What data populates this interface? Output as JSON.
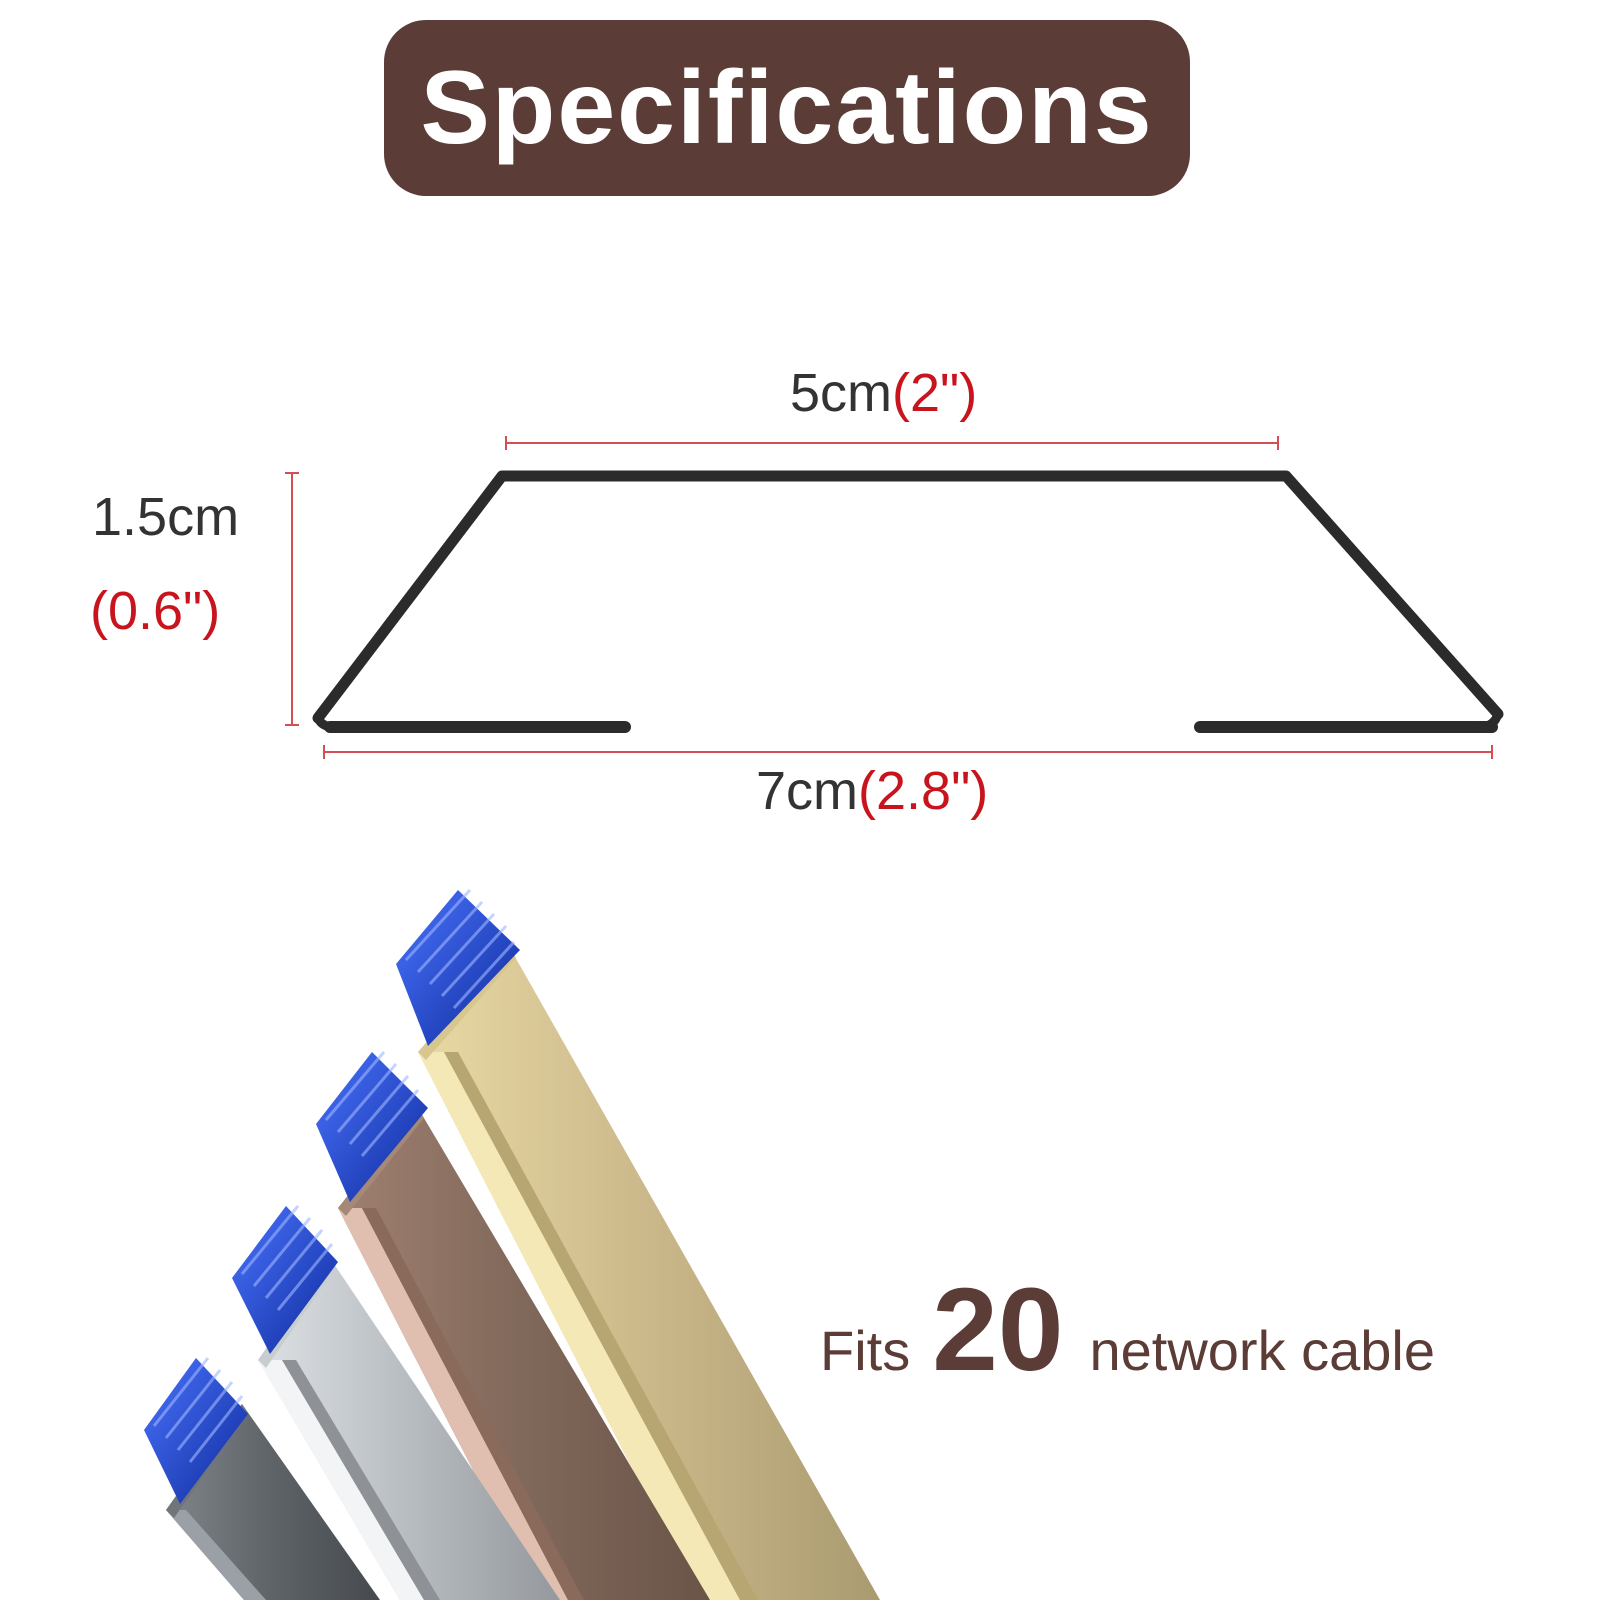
{
  "header": {
    "title": "Specifications"
  },
  "dimensions": {
    "top_width": {
      "metric": "5cm",
      "imperial": "(2\")"
    },
    "height": {
      "metric": "1.5cm",
      "imperial": "(0.6\")"
    },
    "bottom_width": {
      "metric": "7cm",
      "imperial": "(2.8\")"
    }
  },
  "capacity": {
    "prefix": "Fits",
    "count": "20",
    "suffix": "network cable"
  },
  "products": {
    "colors": [
      "dark-gray",
      "silver",
      "brown",
      "gold"
    ],
    "cable_color": "#1b3fbf"
  },
  "colors": {
    "banner": "#5b3c36",
    "dimension_line": "#c8141c",
    "outline": "#2b2b2b",
    "text": "#333333"
  }
}
